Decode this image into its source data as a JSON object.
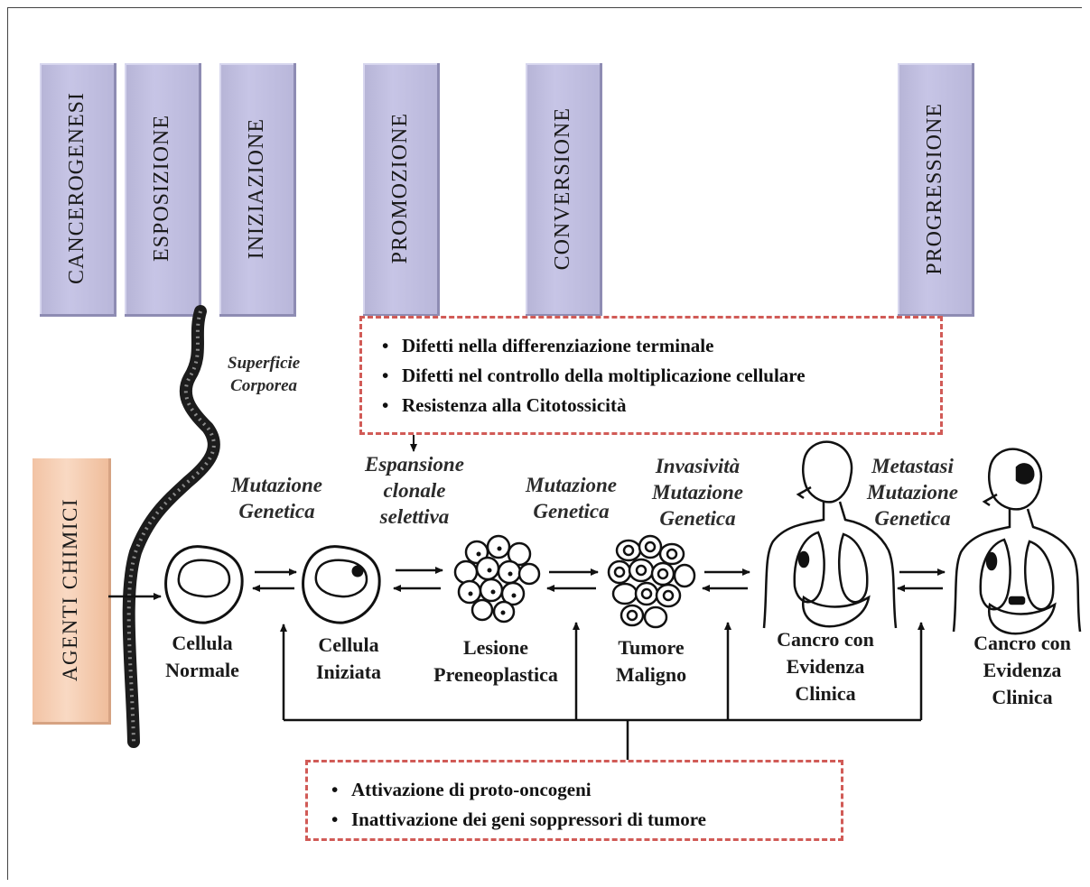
{
  "phases": [
    "CANCEROGENESI",
    "ESPOSIZIONE",
    "INIZIAZIONE",
    "PROMOZIONE",
    "CONVERSIONE",
    "PROGRESSIONE"
  ],
  "agents": "AGENTI CHIMICI",
  "surface_label": [
    "Superficie",
    "Corporea"
  ],
  "top_box": {
    "items": [
      "Difetti nella differenziazione terminale",
      "Difetti nel controllo della moltiplicazione cellulare",
      "Resistenza alla Citotossicità"
    ]
  },
  "bottom_box": {
    "items": [
      "Attivazione di proto-oncogeni",
      "Inattivazione dei geni soppressori di tumore"
    ]
  },
  "transitions": [
    [
      "Mutazione",
      "Genetica"
    ],
    [
      "Espansione",
      "clonale",
      "selettiva"
    ],
    [
      "Mutazione",
      "Genetica"
    ],
    [
      "Invasività",
      "Mutazione",
      "Genetica"
    ],
    [
      "Metastasi",
      "Mutazione",
      "Genetica"
    ]
  ],
  "stages": [
    [
      "Cellula",
      "Normale"
    ],
    [
      "Cellula",
      "Iniziata"
    ],
    [
      "Lesione",
      "Preneoplastica"
    ],
    [
      "Tumore",
      "Maligno"
    ],
    [
      "Cancro con",
      "Evidenza",
      "Clinica"
    ],
    [
      "Cancro con",
      "Evidenza",
      "Clinica"
    ]
  ]
}
